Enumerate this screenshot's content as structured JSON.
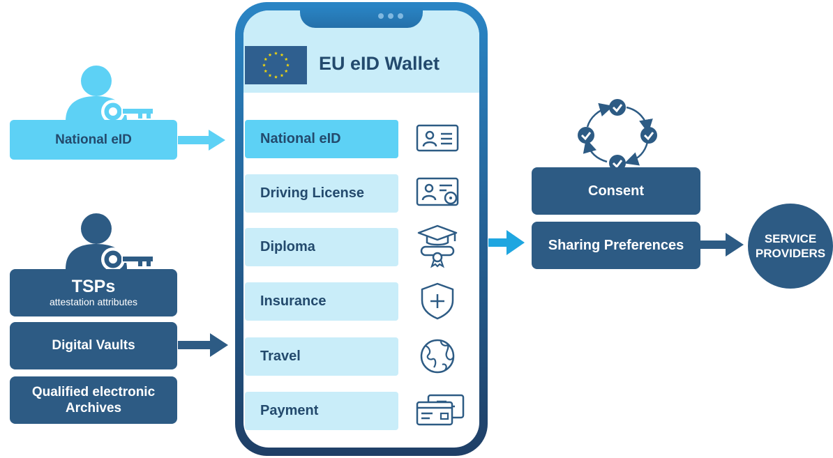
{
  "sources": {
    "national_eid": "National eID",
    "tsps_title": "TSPs",
    "tsps_subtitle": "attestation attributes",
    "digital_vaults": "Digital Vaults",
    "qea_line1": "Qualified electronic",
    "qea_line2": "Archives"
  },
  "wallet": {
    "title": "EU eID Wallet",
    "items": [
      {
        "label": "National eID",
        "icon": "id-card-icon"
      },
      {
        "label": "Driving License",
        "icon": "driving-license-icon"
      },
      {
        "label": "Diploma",
        "icon": "graduation-diploma-icon"
      },
      {
        "label": "Insurance",
        "icon": "shield-plus-icon"
      },
      {
        "label": "Travel",
        "icon": "globe-icon"
      },
      {
        "label": "Payment",
        "icon": "payment-cards-icon"
      }
    ]
  },
  "right": {
    "consent": "Consent",
    "sharing": "Sharing Preferences",
    "service_line1": "SERVICE",
    "service_line2": "PROVIDERS"
  },
  "colors": {
    "dark_blue": "#2d5b84",
    "light_blue": "#5dd1f5",
    "pale_blue": "#c9edf9",
    "arrow_blue": "#1fa6e0",
    "eu_blue": "#2f5f8f",
    "eu_star": "#f5d90a"
  }
}
